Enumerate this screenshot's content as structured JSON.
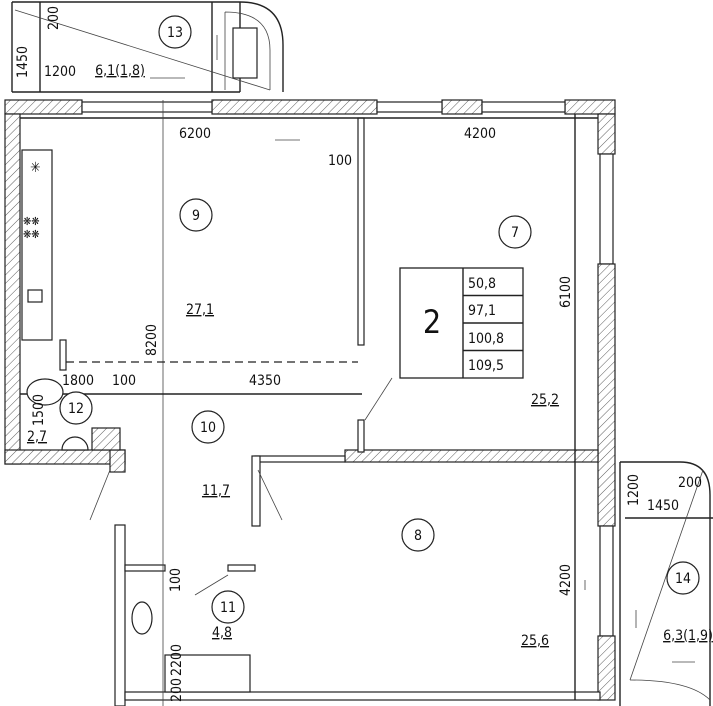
{
  "plan": {
    "rooms": [
      {
        "number": "13",
        "area": "6,1(1,8)"
      },
      {
        "number": "9",
        "area": "27,1"
      },
      {
        "number": "7",
        "area": "25,2"
      },
      {
        "number": "12",
        "area": "2,7"
      },
      {
        "number": "10",
        "area": "11,7"
      },
      {
        "number": "8",
        "area": "25,6"
      },
      {
        "number": "11",
        "area": "4,8"
      },
      {
        "number": "14",
        "area": "6,3(1,9)"
      }
    ],
    "dimensions": {
      "balcony13_depth": "1450",
      "balcony13_wall": "200",
      "balcony13_width": "1200",
      "kitchen_width": "6200",
      "room7_width": "4200",
      "partition_100_top": "100",
      "depth_8200": "8200",
      "room7_depth": "6100",
      "bath12_width": "1800",
      "partition_100_mid": "100",
      "hall_4350": "4350",
      "bath12_depth": "1500",
      "room8_depth": "4200",
      "bath11_partition": "100",
      "bath11_depth": "2200",
      "bath11_wall": "200",
      "balcony14_width": "1200",
      "balcony14_wall": "200",
      "balcony14_depth": "1450"
    },
    "summary": {
      "rooms_count": "2",
      "values": [
        "50,8",
        "97,1",
        "100,8",
        "109,5"
      ]
    }
  }
}
